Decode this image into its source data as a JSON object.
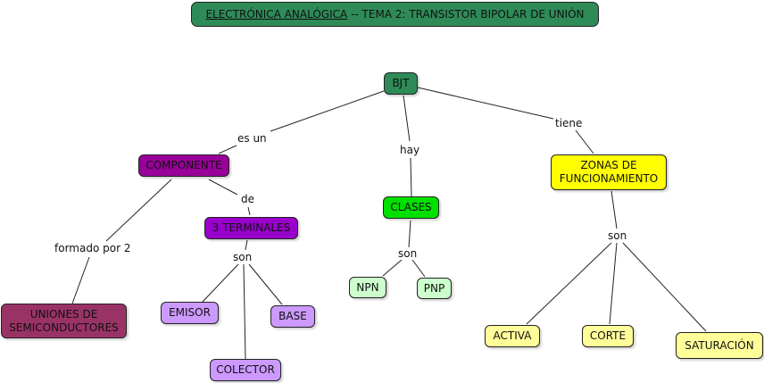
{
  "title": {
    "subject": "ELECTRÓNICA ANALÓGICA",
    "separator": " -- ",
    "topic": "TEMA 2: TRANSISTOR BIPOLAR DE UNIÓN"
  },
  "colors": {
    "root": "#2e8b57",
    "component": "#990099",
    "terminals": "#9900cc",
    "terminal_item": "#cc99ff",
    "unions": "#993366",
    "classes": "#00e000",
    "class_item": "#ccffcc",
    "zones": "#ffff00",
    "zone_item": "#ffff99"
  },
  "nodes": {
    "bjt": "BJT",
    "componente": "COMPONENTE",
    "terminales": "3 TERMINALES",
    "uniones": "UNIONES DE SEMICONDUCTORES",
    "emisor": "EMISOR",
    "base": "BASE",
    "colector": "COLECTOR",
    "clases": "CLASES",
    "npn": "NPN",
    "pnp": "PNP",
    "zonas": "ZONAS DE FUNCIONAMIENTO",
    "activa": "ACTIVA",
    "corte": "CORTE",
    "saturacion": "SATURACIÓN"
  },
  "links": {
    "es_un": "es un",
    "hay": "hay",
    "tiene": "tiene",
    "de": "de",
    "formado_por": "formado por 2",
    "son_terminales": "son",
    "son_clases": "son",
    "son_zonas": "son"
  }
}
